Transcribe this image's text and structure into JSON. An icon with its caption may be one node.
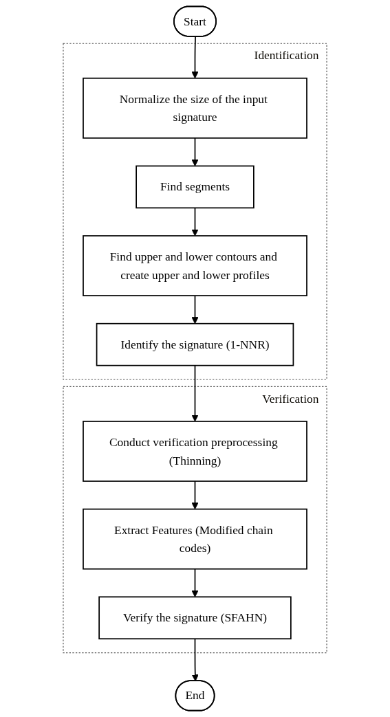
{
  "diagram": {
    "nodes": [
      {
        "text": [
          "Start"
        ]
      },
      {
        "text": [
          "Identification"
        ]
      },
      {
        "text": [
          "Normalize the size of the input signature"
        ],
        "in": 1
      },
      {
        "text": [
          "Find segments"
        ],
        "in": 1
      },
      {
        "text": [
          "Find upper and lower contours and create upper and lower profiles"
        ],
        "in": 1
      },
      {
        "text": [
          "Identify the signature (1-NNR)"
        ],
        "in": 1
      },
      {
        "text": [
          "Verification"
        ]
      },
      {
        "text": [
          "Conduct verification preprocessing (Thinning)"
        ],
        "in": 6
      },
      {
        "text": [
          "Extract Features (Modified chain codes)"
        ],
        "in": 6
      },
      {
        "text": [
          "Verify the signature (SFAHN)"
        ],
        "in": 6
      },
      {
        "text": [
          "End"
        ]
      }
    ],
    "edges": [
      {
        "from": 0,
        "to": 2,
        "arrow": "to"
      },
      {
        "from": 2,
        "to": 3,
        "arrow": "to"
      },
      {
        "from": 3,
        "to": 4,
        "arrow": "to"
      },
      {
        "from": 4,
        "to": 5,
        "arrow": "to"
      },
      {
        "from": 5,
        "to": 7,
        "arrow": "to"
      },
      {
        "from": 7,
        "to": 8,
        "arrow": "to"
      },
      {
        "from": 8,
        "to": 9,
        "arrow": "to"
      },
      {
        "from": 9,
        "to": 10,
        "arrow": "to"
      }
    ]
  }
}
